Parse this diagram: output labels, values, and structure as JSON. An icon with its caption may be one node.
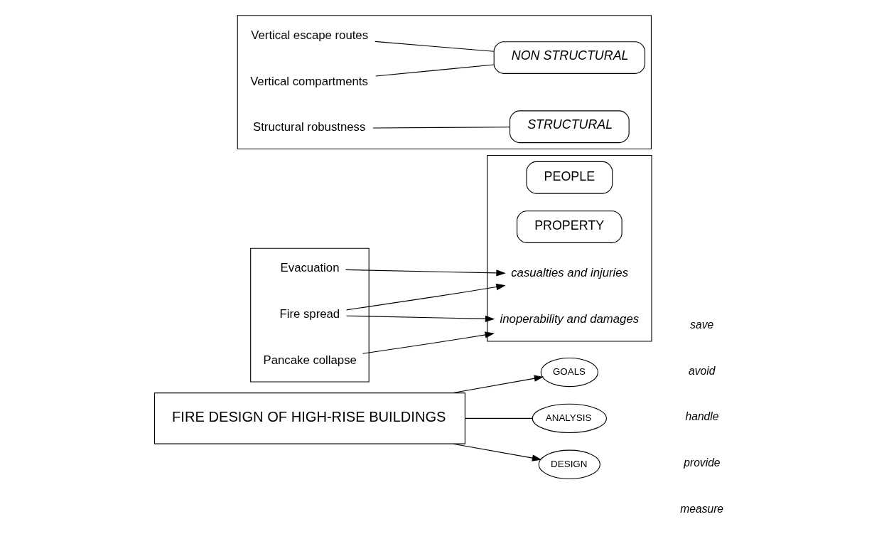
{
  "diagram": {
    "nodes": [
      {
        "text": [
          "FIRE DESIGN OF HIGH-RISE BUILDINGS"
        ]
      },
      {
        "text": [
          "GOALS"
        ]
      },
      {
        "text": [
          "ANALYSIS"
        ]
      },
      {
        "text": [
          "DESIGN"
        ]
      },
      {
        "text": [],
        "shape": "box"
      },
      {
        "text": [
          "PEOPLE"
        ],
        "in": 4
      },
      {
        "text": [
          "PROPERTY"
        ],
        "in": 4
      },
      {
        "text": [
          "casualties and injuries"
        ],
        "in": 4
      },
      {
        "text": [
          "inoperability and damages"
        ],
        "in": 4
      },
      {
        "text": [],
        "shape": "box"
      },
      {
        "text": [
          "Evacuation"
        ],
        "in": 9
      },
      {
        "text": [
          "Fire spread"
        ],
        "in": 9
      },
      {
        "text": [
          "Pancake collapse"
        ],
        "in": 9
      },
      {
        "text": [],
        "shape": "box"
      },
      {
        "text": [
          "Vertical escape routes"
        ],
        "in": 13
      },
      {
        "text": [
          "Vertical compartments"
        ],
        "in": 13
      },
      {
        "text": [
          "Structural robustness"
        ],
        "in": 13
      },
      {
        "text": [
          "NON STRUCTURAL"
        ],
        "in": 13
      },
      {
        "text": [
          "STRUCTURAL"
        ],
        "in": 13
      }
    ],
    "edges": [
      {
        "from": 0,
        "to": 1,
        "arrow": "to"
      },
      {
        "from": 0,
        "to": 2,
        "arrow": "none"
      },
      {
        "from": 0,
        "to": 3,
        "arrow": "to"
      },
      {
        "from": 10,
        "to": 7,
        "arrow": "to"
      },
      {
        "from": 11,
        "to": 7,
        "arrow": "to"
      },
      {
        "from": 11,
        "to": 8,
        "arrow": "to"
      },
      {
        "from": 12,
        "to": 8,
        "arrow": "to"
      },
      {
        "from": 14,
        "to": 17,
        "arrow": "none"
      },
      {
        "from": 15,
        "to": 17,
        "arrow": "none"
      },
      {
        "from": 16,
        "to": 18,
        "arrow": "none"
      }
    ],
    "labels": [
      "save",
      "avoid",
      "handle",
      "provide",
      "measure"
    ]
  }
}
